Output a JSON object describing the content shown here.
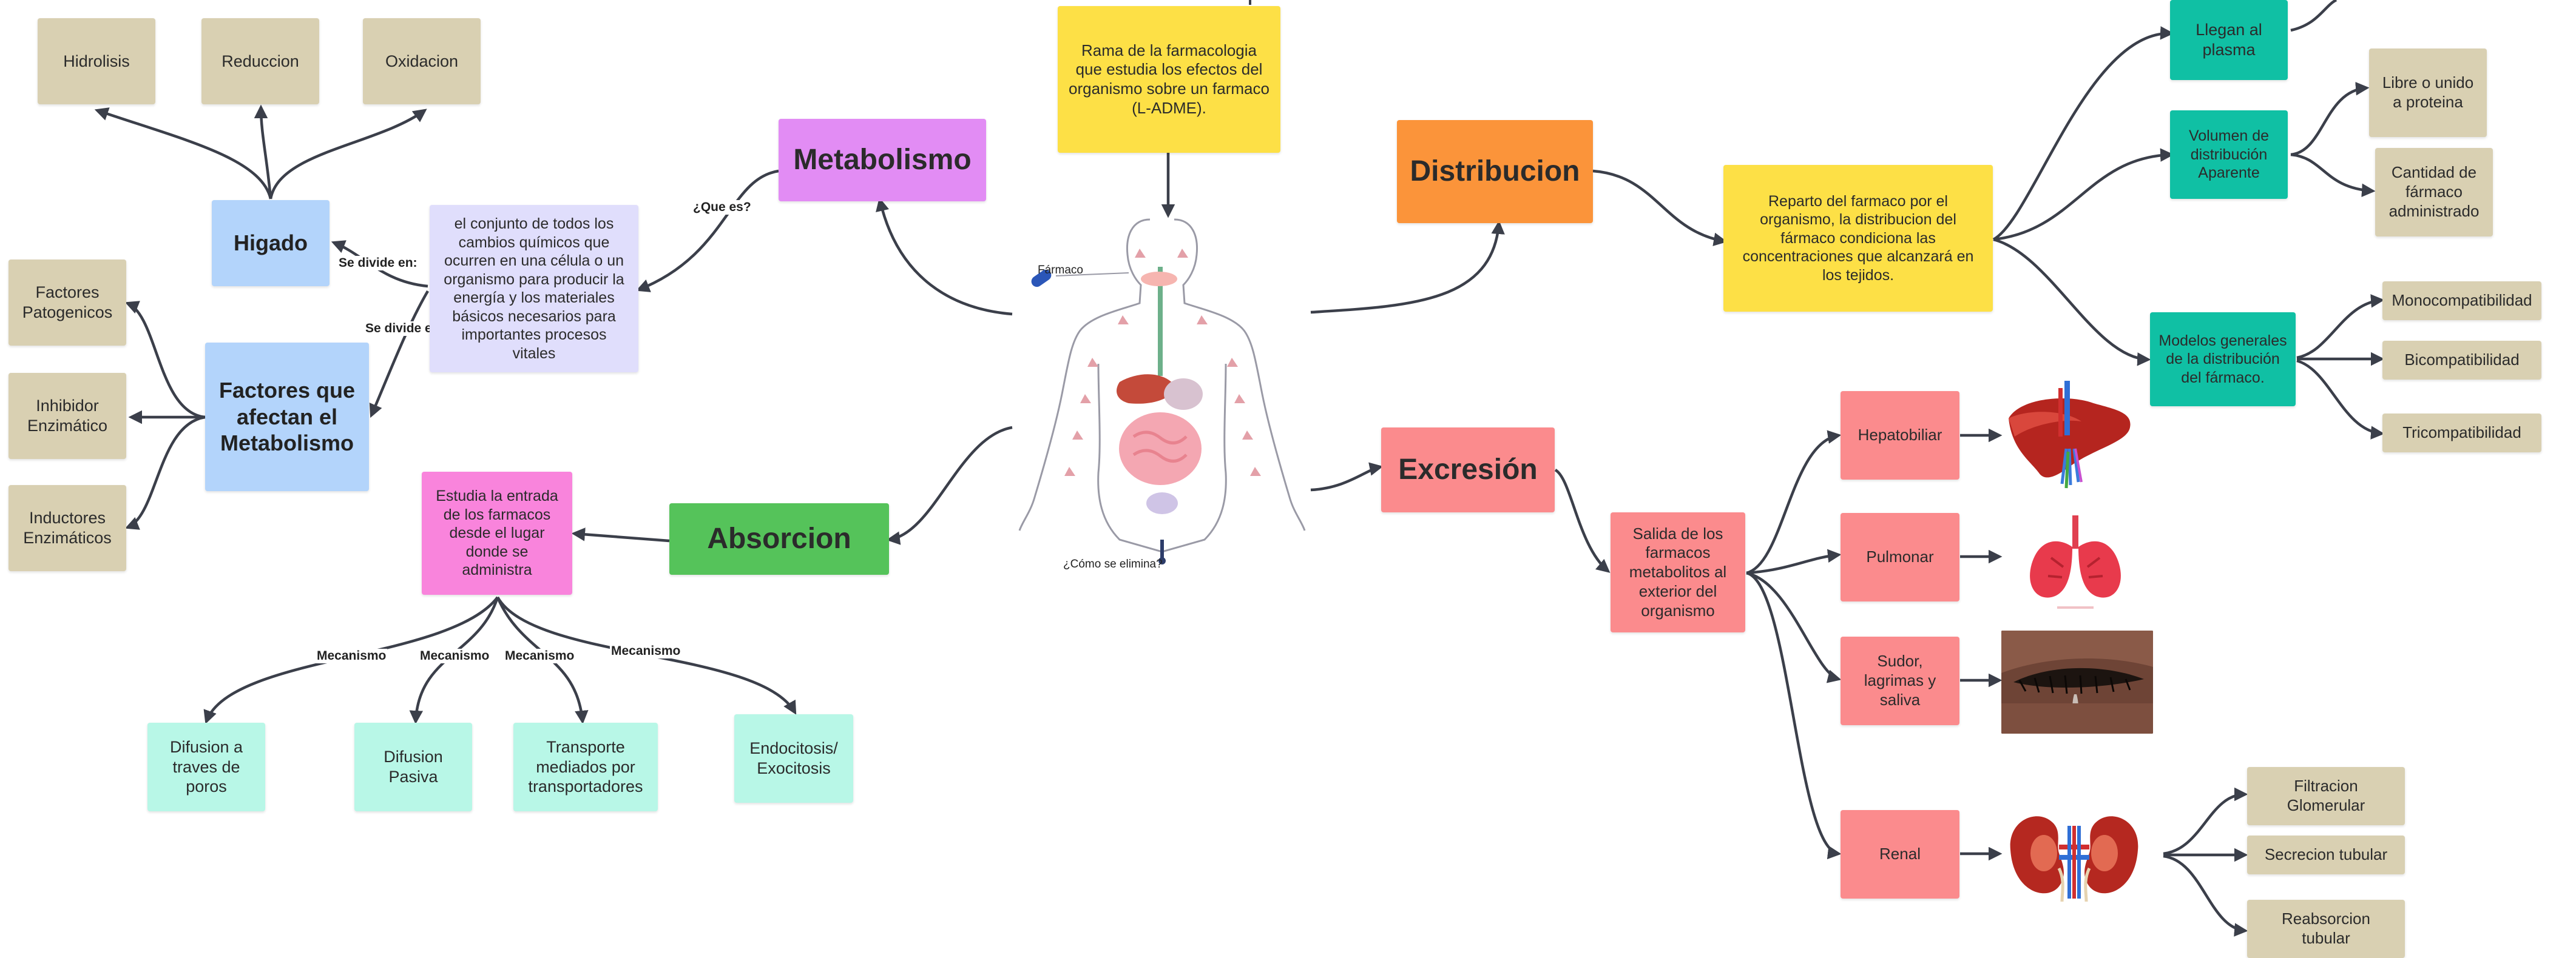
{
  "center": {
    "description": "Rama de la farmacologia que estudia los efectos del organismo sobre un farmaco (L-ADME).",
    "drug_label": "Fármaco",
    "elimination_question": "¿Cómo se elimina?"
  },
  "metabolismo": {
    "title": "Metabolismo",
    "edge_label": "¿Que es?",
    "definition": "el conjunto de todos los cambios químicos que ocurren en una célula o un organismo para producir la energía y los materiales básicos necesarios para importantes procesos vitales",
    "divide_label_1": "Se divide en:",
    "divide_label_2": "Se divide e",
    "higado": {
      "title": "Higado",
      "children": [
        "Hidrolisis",
        "Reduccion",
        "Oxidacion"
      ]
    },
    "factores": {
      "title": "Factores que afectan el Metabolismo",
      "children": [
        "Factores Patogenicos",
        "Inhibidor Enzimático",
        "Inductores Enzimáticos"
      ]
    }
  },
  "absorcion": {
    "title": "Absorcion",
    "definition": "Estudia la entrada de los farmacos desde el lugar donde se administra",
    "mechanism_label": "Mecanismo",
    "mechanisms": [
      "Difusion a traves de poros",
      "Difusion Pasiva",
      "Transporte mediados por transportadores",
      "Endocitosis/ Exocitosis"
    ]
  },
  "distribucion": {
    "title": "Distribucion",
    "definition": "Reparto del farmaco por el organismo, la distribucion del fármaco condiciona las concentraciones que alcanzará en los tejidos.",
    "plasma": "Llegan al plasma",
    "volumen": "Volumen de distribución Aparente",
    "volumen_children": [
      "Libre o unido a proteina",
      "Cantidad de fármaco administrado"
    ],
    "modelos": "Modelos generales de la distribución del fármaco.",
    "modelos_children": [
      "Monocompatibilidad",
      "Bicompatibilidad",
      "Tricompatibilidad"
    ]
  },
  "excrecion": {
    "title": "Excresión",
    "definition": "Salida de los farmacos metabolitos al exterior del organismo",
    "routes": [
      "Hepatobiliar",
      "Pulmonar",
      "Sudor, lagrimas y saliva",
      "Renal"
    ],
    "renal_children": [
      "Filtracion Glomerular",
      "Secrecion tubular",
      "Reabsorcion tubular"
    ]
  },
  "colors": {
    "connector": "#3b3f4a",
    "tan": "#d9d0b2",
    "purple": "#e28cf4",
    "orange": "#fb943a",
    "green": "#55c35a",
    "teal": "#10c0a4",
    "red": "#fb8b8d",
    "yellow": "#fde046"
  }
}
